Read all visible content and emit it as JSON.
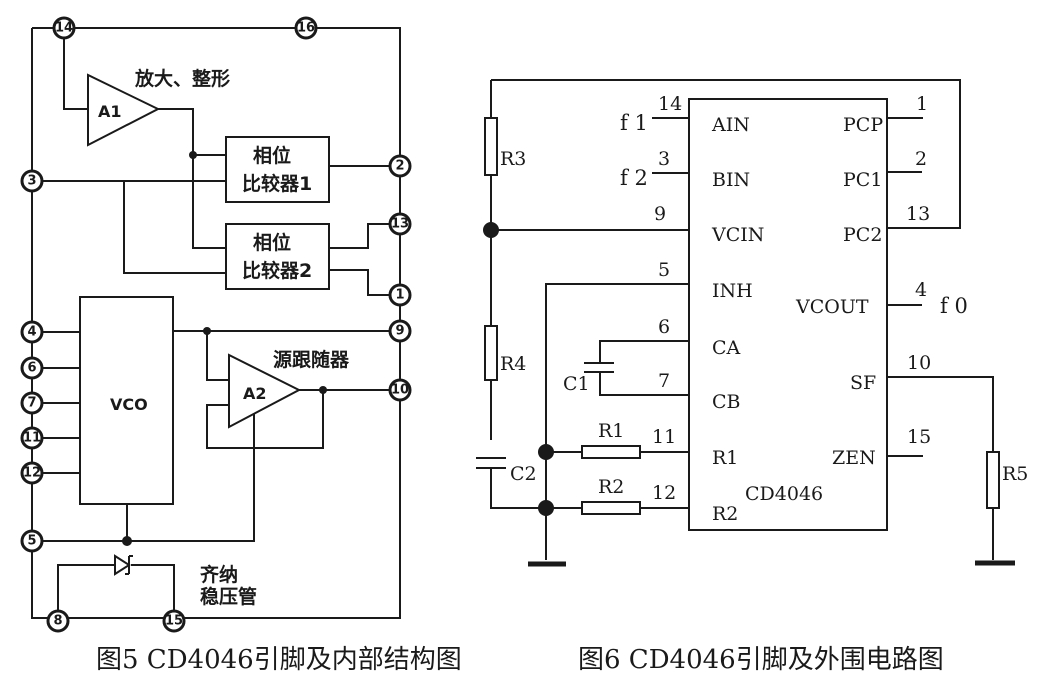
{
  "fig5": {
    "caption": "图5 CD4046引脚及内部结构图",
    "amp1_label": "A1",
    "amp1_desc": "放大、整形",
    "comp1_line1": "相位",
    "comp1_line2": "比较器1",
    "comp2_line1": "相位",
    "comp2_line2": "比较器2",
    "vco_label": "VCO",
    "amp2_label": "A2",
    "amp2_desc": "源跟随器",
    "zener_line1": "齐纳",
    "zener_line2": "稳压管",
    "pins": {
      "p14": "14",
      "p16": "16",
      "p3": "3",
      "p2": "2",
      "p13": "13",
      "p1": "1",
      "p4": "4",
      "p6": "6",
      "p7": "7",
      "p11": "11",
      "p12": "12",
      "p9": "9",
      "p10": "10",
      "p5": "5",
      "p8": "8",
      "p15": "15"
    }
  },
  "fig6": {
    "caption": "图6 CD4046引脚及外围电路图",
    "chip_name": "CD4046",
    "left_pins": [
      {
        "num": "14",
        "name": "AIN",
        "signal": "f 1"
      },
      {
        "num": "3",
        "name": "BIN",
        "signal": "f 2"
      },
      {
        "num": "9",
        "name": "VCIN",
        "signal": ""
      },
      {
        "num": "5",
        "name": "INH",
        "signal": ""
      },
      {
        "num": "6",
        "name": "CA",
        "signal": ""
      },
      {
        "num": "7",
        "name": "CB",
        "signal": ""
      },
      {
        "num": "11",
        "name": "R1",
        "signal": ""
      },
      {
        "num": "12",
        "name": "R2",
        "signal": ""
      }
    ],
    "right_pins": [
      {
        "num": "1",
        "name": "PCP",
        "signal": ""
      },
      {
        "num": "2",
        "name": "PC1",
        "signal": ""
      },
      {
        "num": "13",
        "name": "PC2",
        "signal": ""
      },
      {
        "num": "4",
        "name": "VCOUT",
        "signal": "f 0"
      },
      {
        "num": "10",
        "name": "SF",
        "signal": ""
      },
      {
        "num": "15",
        "name": "ZEN",
        "signal": ""
      }
    ],
    "components": {
      "R1": "R1",
      "R2": "R2",
      "R3": "R3",
      "R4": "R4",
      "R5": "R5",
      "C1": "C1",
      "C2": "C2"
    }
  }
}
